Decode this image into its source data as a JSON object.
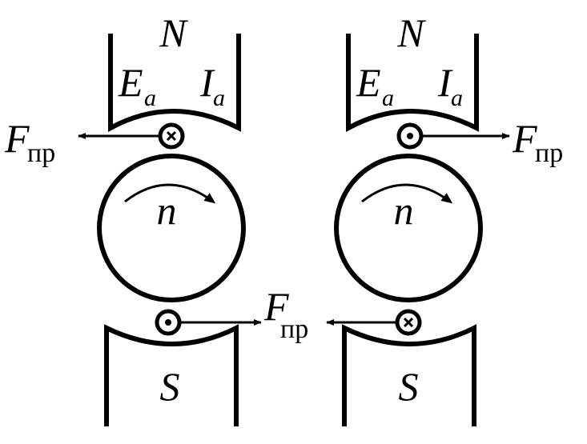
{
  "poles": {
    "north": "N",
    "south": "S"
  },
  "quantities": {
    "emf_symbol": "E",
    "emf_subscript": "a",
    "current_symbol": "I",
    "current_subscript": "a",
    "speed": "n",
    "force_symbol": "F",
    "force_subscript": "пр"
  },
  "left_machine": {
    "top_conductor": "cross",
    "bottom_conductor": "dot",
    "top_force_direction": "left",
    "bottom_force_direction": "right",
    "rotation": "clockwise"
  },
  "right_machine": {
    "top_conductor": "dot",
    "bottom_conductor": "cross",
    "top_force_direction": "right",
    "bottom_force_direction": "left",
    "rotation": "clockwise"
  },
  "colors": {
    "stroke": "#000000",
    "background": "#ffffff"
  }
}
